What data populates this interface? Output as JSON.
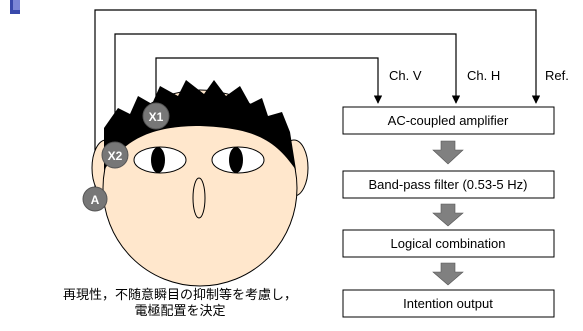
{
  "colors": {
    "accent_bar": "#3949ab",
    "face_fill": "#ffe7cc",
    "hair_fill": "#000000",
    "electrode_fill": "#777777",
    "block_fill": "#ffffff",
    "arrow_fill": "#808080"
  },
  "electrodes": {
    "x1": "X1",
    "x2": "X2",
    "a": "A"
  },
  "channels": {
    "ch_v": "Ch. V",
    "ch_h": "Ch. H",
    "ref": "Ref."
  },
  "blocks": [
    {
      "label": "AC-coupled amplifier"
    },
    {
      "label": "Band-pass filter (0.53-5 Hz)"
    },
    {
      "label": "Logical combination"
    },
    {
      "label": "Intention output"
    }
  ],
  "note": {
    "line1": "再現性，不随意瞬目の抑制等を考慮し，",
    "line2": "電極配置を決定"
  }
}
